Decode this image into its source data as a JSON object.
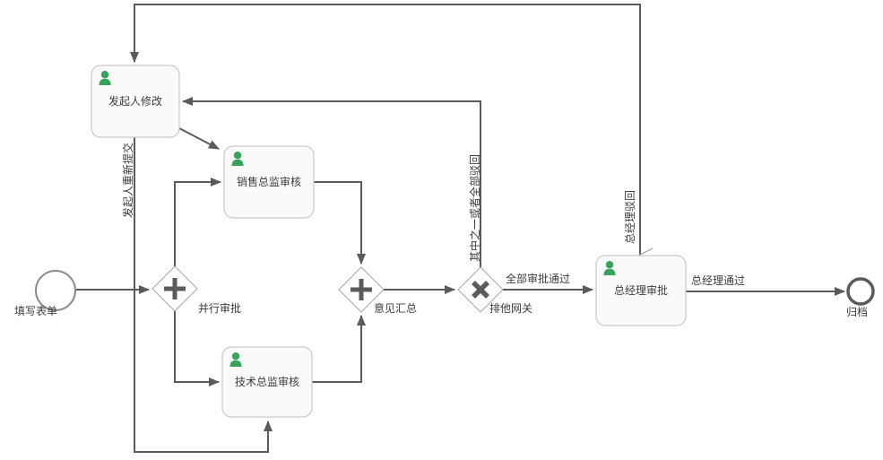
{
  "nodes": {
    "start_event": {
      "label": "填写表单",
      "type": "start-event"
    },
    "gateway_parallel_split": {
      "label": "并行审批",
      "type": "parallel-gateway"
    },
    "task_initiator_modify": {
      "label": "发起人修改",
      "type": "user-task"
    },
    "task_sales_director_review": {
      "label": "销售总监审核",
      "type": "user-task"
    },
    "task_tech_director_review": {
      "label": "技术总监审核",
      "type": "user-task"
    },
    "gateway_parallel_join": {
      "label": "意见汇总",
      "type": "parallel-gateway"
    },
    "gateway_exclusive": {
      "label": "排他网关",
      "type": "exclusive-gateway"
    },
    "task_gm_approval": {
      "label": "总经理审批",
      "type": "user-task"
    },
    "end_event": {
      "label": "归档",
      "type": "end-event"
    }
  },
  "edge_labels": {
    "resubmit": "发起人重新提交",
    "any_rejected": "其中之一或者全部驳回",
    "all_approved": "全部审批通过",
    "gm_rejected": "总经理驳回",
    "gm_approved": "总经理通过"
  },
  "icons": {
    "user_task_marker": "person-icon"
  },
  "colors": {
    "line": "#5b5b5b",
    "task_border": "#c9c9c9",
    "task_fill": "#fafafa",
    "gateway_border": "#a5a5a5",
    "gateway_fill": "#ffffff",
    "gateway_symbol": "#5b5b5b",
    "event_border": "#8c8c8c",
    "end_event_border": "#5b5b5b",
    "person_green": "#35a35a",
    "label_text": "#3c3c3c",
    "canvas_bg": "#ffffff"
  }
}
